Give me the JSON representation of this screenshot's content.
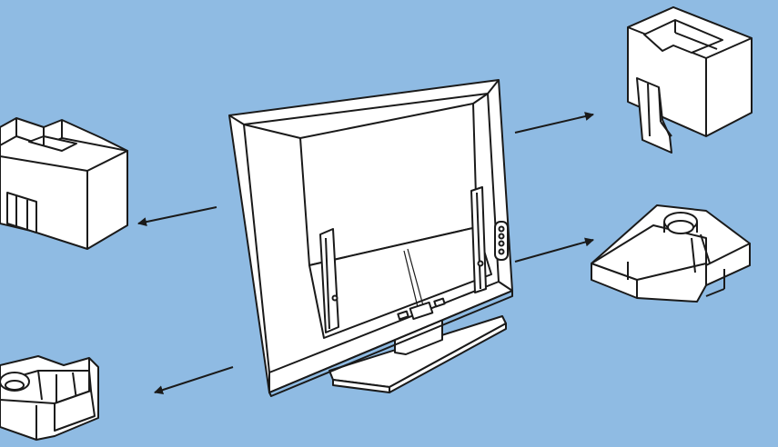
{
  "colors": {
    "background": "#8fbbe3",
    "line": "#1a1a1a",
    "fill": "#ffffff"
  },
  "parts": [
    {
      "name": "television-rear-view",
      "icon": "tv-icon"
    },
    {
      "name": "foam-packing-block-top-right",
      "icon": "foam-block-icon"
    },
    {
      "name": "foam-packing-block-middle-right",
      "icon": "foam-block-icon"
    },
    {
      "name": "foam-packing-block-top-left",
      "icon": "foam-block-icon"
    },
    {
      "name": "foam-packing-block-bottom-left",
      "icon": "foam-block-icon"
    }
  ],
  "arrows": 4
}
